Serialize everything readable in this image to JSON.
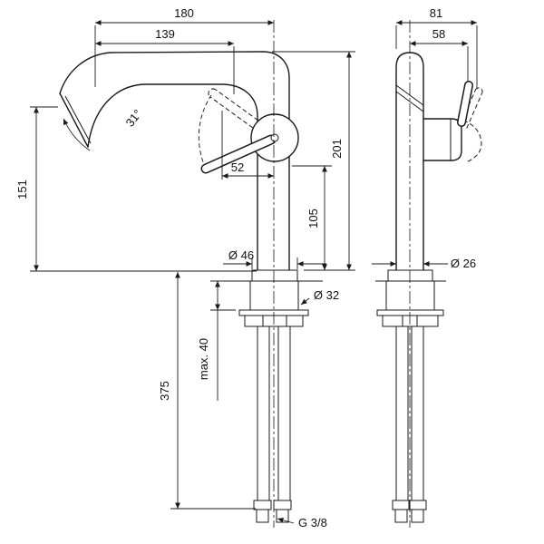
{
  "drawing": {
    "labels": {
      "reach_total": "180",
      "reach_spout": "139",
      "depth_total": "81",
      "depth_handle": "58",
      "height_outlet": "151",
      "height_total": "201",
      "height_underside": "105",
      "handle_length": "52",
      "outlet_angle": "31°",
      "dia_base": "Ø 46",
      "dia_shank": "Ø 32",
      "dia_body": "Ø 26",
      "max_deck_thickness": "max. 40",
      "hose_length": "375",
      "thread_size": "G 3/8"
    }
  },
  "colors": {
    "line": "#1a1a1a",
    "background": "#ffffff"
  }
}
